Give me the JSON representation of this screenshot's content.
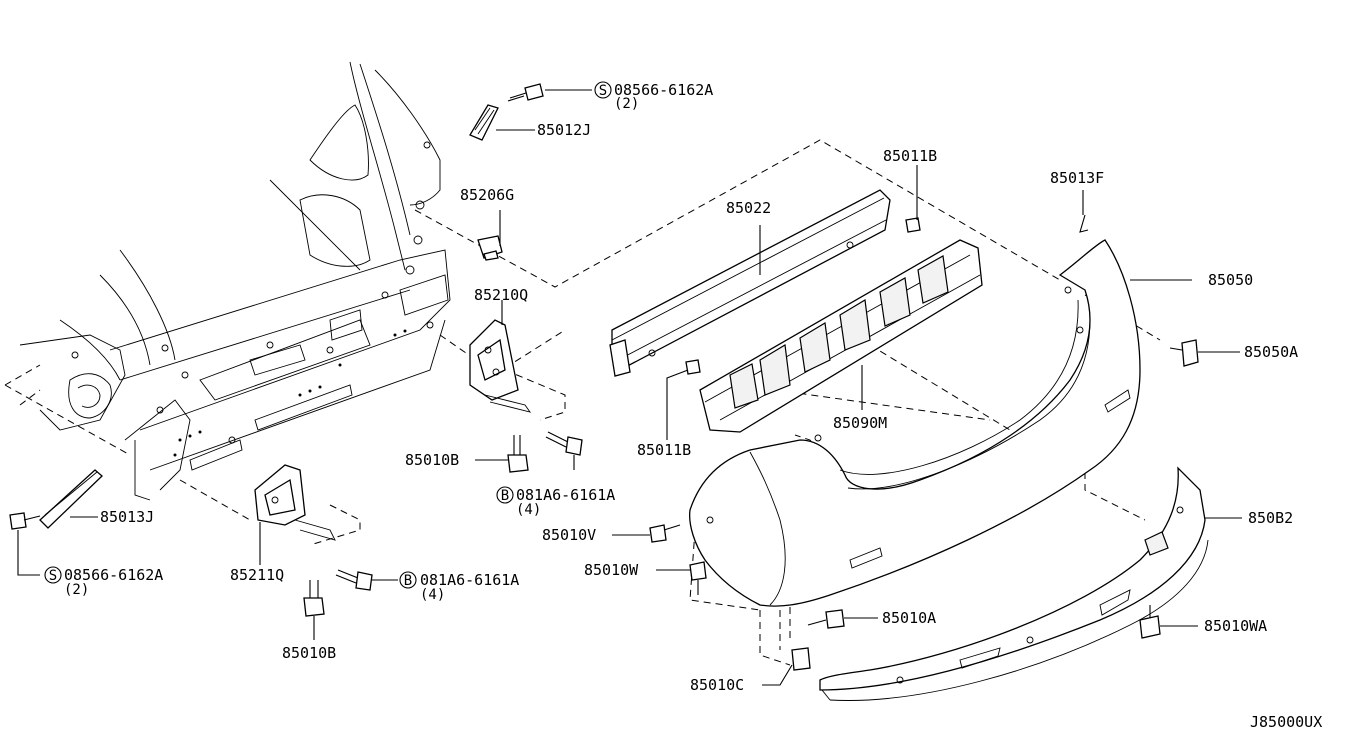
{
  "diagram_id": "J85000UX",
  "callouts": {
    "c1": {
      "prefix": "S",
      "part": "08566-6162A",
      "qty": "(2)"
    },
    "c2": {
      "part": "85012J"
    },
    "c3": {
      "part": "85206G"
    },
    "c4": {
      "part": "85022"
    },
    "c5": {
      "part": "85011B"
    },
    "c6": {
      "part": "85013F"
    },
    "c7": {
      "part": "85050"
    },
    "c8": {
      "part": "85050A"
    },
    "c9": {
      "part": "85210Q"
    },
    "c10": {
      "part": "85090M"
    },
    "c11": {
      "part": "85011B"
    },
    "c12": {
      "part": "85010B"
    },
    "c13": {
      "prefix": "B",
      "part": "081A6-6161A",
      "qty": "(4)"
    },
    "c14": {
      "part": "85013J"
    },
    "c15": {
      "prefix": "S",
      "part": "08566-6162A",
      "qty": "(2)"
    },
    "c16": {
      "part": "85211Q"
    },
    "c17": {
      "prefix": "B",
      "part": "081A6-6161A",
      "qty": "(4)"
    },
    "c18": {
      "part": "85010B"
    },
    "c19": {
      "part": "85010V"
    },
    "c20": {
      "part": "85010W"
    },
    "c21": {
      "part": "85010A"
    },
    "c22": {
      "part": "85010C"
    },
    "c23": {
      "part": "850B2"
    },
    "c24": {
      "part": "85010WA"
    }
  }
}
